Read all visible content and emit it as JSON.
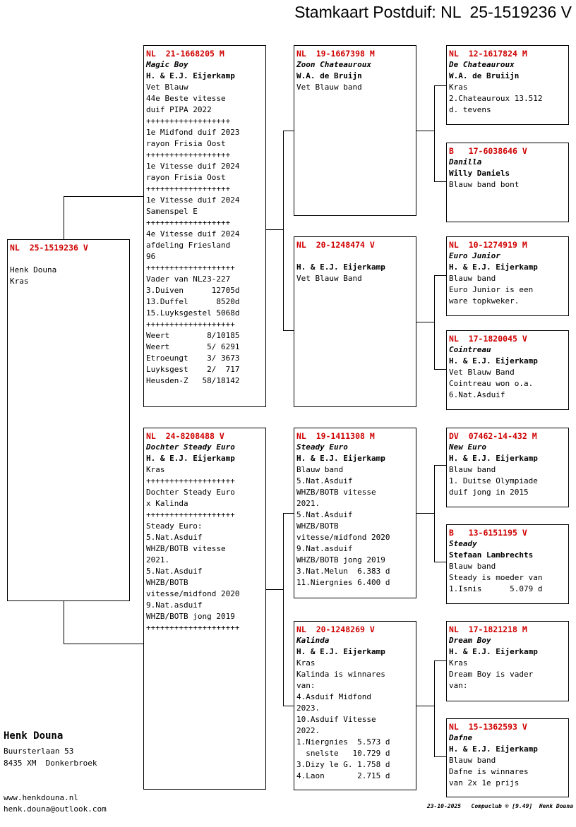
{
  "title": "Stamkaart Postduif: NL  25-1519236 V",
  "subject": {
    "ring": "NL  25-1519236 V",
    "lines": [
      "",
      "Henk Douna",
      "Kras"
    ]
  },
  "sire": {
    "ring": "NL  21-1668205 M",
    "name": "Magic Boy",
    "owner": "H. & E.J. Eijerkamp",
    "lines": [
      "Vet Blauw",
      "44e Beste vitesse",
      "duif PIPA 2022",
      "++++++++++++++++++",
      "1e Midfond duif 2023",
      "rayon Frisia Oost",
      "++++++++++++++++++",
      "1e Vitesse duif 2024",
      "rayon Frisia Oost",
      "++++++++++++++++++",
      "1e Vitesse duif 2024",
      "Samenspel E",
      "++++++++++++++++++",
      "4e Vitesse duif 2024",
      "afdeling Friesland",
      "96",
      "+++++++++++++++++++",
      "Vader van NL23-227",
      "3.Duiven      12705d",
      "13.Duffel      8520d",
      "15.Luyksgestel 5068d",
      "+++++++++++++++++++",
      "Weert        8/10185",
      "Weert        5/ 6291",
      "Etroeungt    3/ 3673",
      "Luyksgest    2/  717",
      "Heusden-Z   58/18142"
    ]
  },
  "dam": {
    "ring": "NL  24-8208488 V",
    "name": "Dochter Steady Euro",
    "owner": "H. & E.J. Eijerkamp",
    "lines": [
      "Kras",
      "+++++++++++++++++++",
      "Dochter Steady Euro",
      "x Kalinda",
      "+++++++++++++++++++",
      "Steady Euro:",
      "5.Nat.Asduif",
      "WHZB/BOTB vitesse",
      "2021.",
      "5.Nat.Asduif",
      "WHZB/BOTB",
      "vitesse/midfond 2020",
      "9.Nat.asduif",
      "WHZB/BOTB jong 2019",
      "++++++++++++++++++++"
    ]
  },
  "ss": {
    "ring": "NL  19-1667398 M",
    "name": "Zoon Chateauroux",
    "owner": "W.A. de Bruijn",
    "lines": [
      "Vet Blauw band"
    ]
  },
  "sd": {
    "ring": "NL  20-1248474 V",
    "name": "",
    "owner": "H. & E.J. Eijerkamp",
    "lines": [
      "Vet Blauw Band"
    ]
  },
  "ds": {
    "ring": "NL  19-1411308 M",
    "name": "Steady Euro",
    "owner": "H. & E.J. Eijerkamp",
    "lines": [
      "Blauw band",
      "5.Nat.Asduif",
      "WHZB/BOTB vitesse",
      "2021.",
      "5.Nat.Asduif",
      "WHZB/BOTB",
      "vitesse/midfond 2020",
      "9.Nat.asduif",
      "WHZB/BOTB jong 2019",
      "3.Nat.Melun  6.383 d",
      "11.Niergnies 6.400 d"
    ]
  },
  "dd": {
    "ring": "NL  20-1248269 V",
    "name": "Kalinda",
    "owner": "H. & E.J. Eijerkamp",
    "lines": [
      "Kras",
      "Kalinda is winnares",
      "van:",
      "4.Asduif Midfond",
      "2023.",
      "10.Asduif Vitesse",
      "2022.",
      "1.Niergnies  5.573 d",
      "  snelste   10.729 d",
      "3.Dizy le G. 1.758 d",
      "4.Laon       2.715 d"
    ]
  },
  "sss": {
    "ring": "NL  12-1617824 M",
    "name": "De Chateauroux",
    "owner": "W.A. de Bruiijn",
    "lines": [
      "Kras",
      "2.Chateauroux 13.512",
      "d. tevens"
    ]
  },
  "ssd": {
    "ring": "B   17-6038646 V",
    "name": "Danilla",
    "owner": "Willy Daniels",
    "lines": [
      "Blauw band bont"
    ]
  },
  "sds": {
    "ring": "NL  10-1274919 M",
    "name": "",
    "owner": "H. & E.J. Eijerkamp",
    "lines": [
      "Blauw band",
      "Euro Junior is een",
      "ware topkweker."
    ],
    "name_bold": "Euro Junior"
  },
  "sdd": {
    "ring": "NL  17-1820045 V",
    "name": "Cointreau",
    "owner": "H. & E.J. Eijerkamp",
    "lines": [
      "Vet Blauw Band",
      "Cointreau won o.a.",
      "6.Nat.Asduif"
    ]
  },
  "dss": {
    "ring": "DV  07462-14-432 M",
    "name": "New Euro",
    "owner": "H. & E.J. Eijerkamp",
    "lines": [
      "Blauw band",
      "1. Duitse Olympiade",
      "duif jong in 2015"
    ]
  },
  "dsd": {
    "ring": "B   13-6151195 V",
    "name": "Steady",
    "owner": "Stefaan Lambrechts",
    "lines": [
      "Blauw band",
      "Steady is moeder van",
      "1.Isnis      5.079 d"
    ]
  },
  "dds": {
    "ring": "NL  17-1821218 M",
    "name": "Dream Boy",
    "owner": "H. & E.J. Eijerkamp",
    "lines": [
      "Kras",
      "Dream Boy is vader",
      "van:"
    ]
  },
  "ddd": {
    "ring": "NL  15-1362593 V",
    "name": "Dafne",
    "owner": "H. & E.J. Eijerkamp",
    "lines": [
      "Blauw band",
      "Dafne is winnares",
      "van 2x 1e prijs"
    ]
  },
  "footer": {
    "name": "Henk Douna",
    "address1": "Buursterlaan 53",
    "address2": "8435 XM  Donkerbroek",
    "website": "www.henkdouna.nl",
    "email": "henk.douna@outlook.com",
    "stamp": "23-10-2025   Compuclub © [9.49]  Henk Douna"
  }
}
